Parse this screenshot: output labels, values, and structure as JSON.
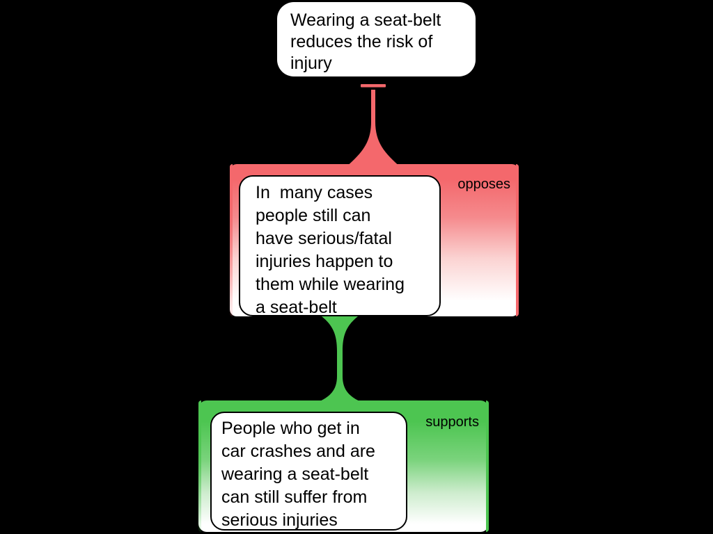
{
  "map": {
    "contention": {
      "text": "Wearing a seat-belt reduces the risk of injury",
      "lines": [
        "Wearing a seat-belt",
        "reduces the risk of",
        "injury"
      ]
    },
    "objection": {
      "relation_label": "opposes",
      "text": "In  many cases people still can have serious/fatal injuries happen to them while wearing a seat-belt",
      "lines": [
        "In  many cases",
        "people still can",
        "have serious/fatal",
        "injuries happen to",
        "them while wearing",
        "a seat-belt"
      ]
    },
    "support": {
      "relation_label": "supports",
      "text": "People who get in car crashes and are wearing a seat-belt can still suffer from serious injuries",
      "lines": [
        "People who get in",
        "car crashes and are",
        "wearing a seat-belt",
        "can still suffer from",
        "serious injuries"
      ]
    }
  },
  "colors": {
    "background": "#000000",
    "oppose": "#f4686c",
    "support": "#4dc551",
    "node_background": "#ffffff",
    "text": "#000000"
  }
}
